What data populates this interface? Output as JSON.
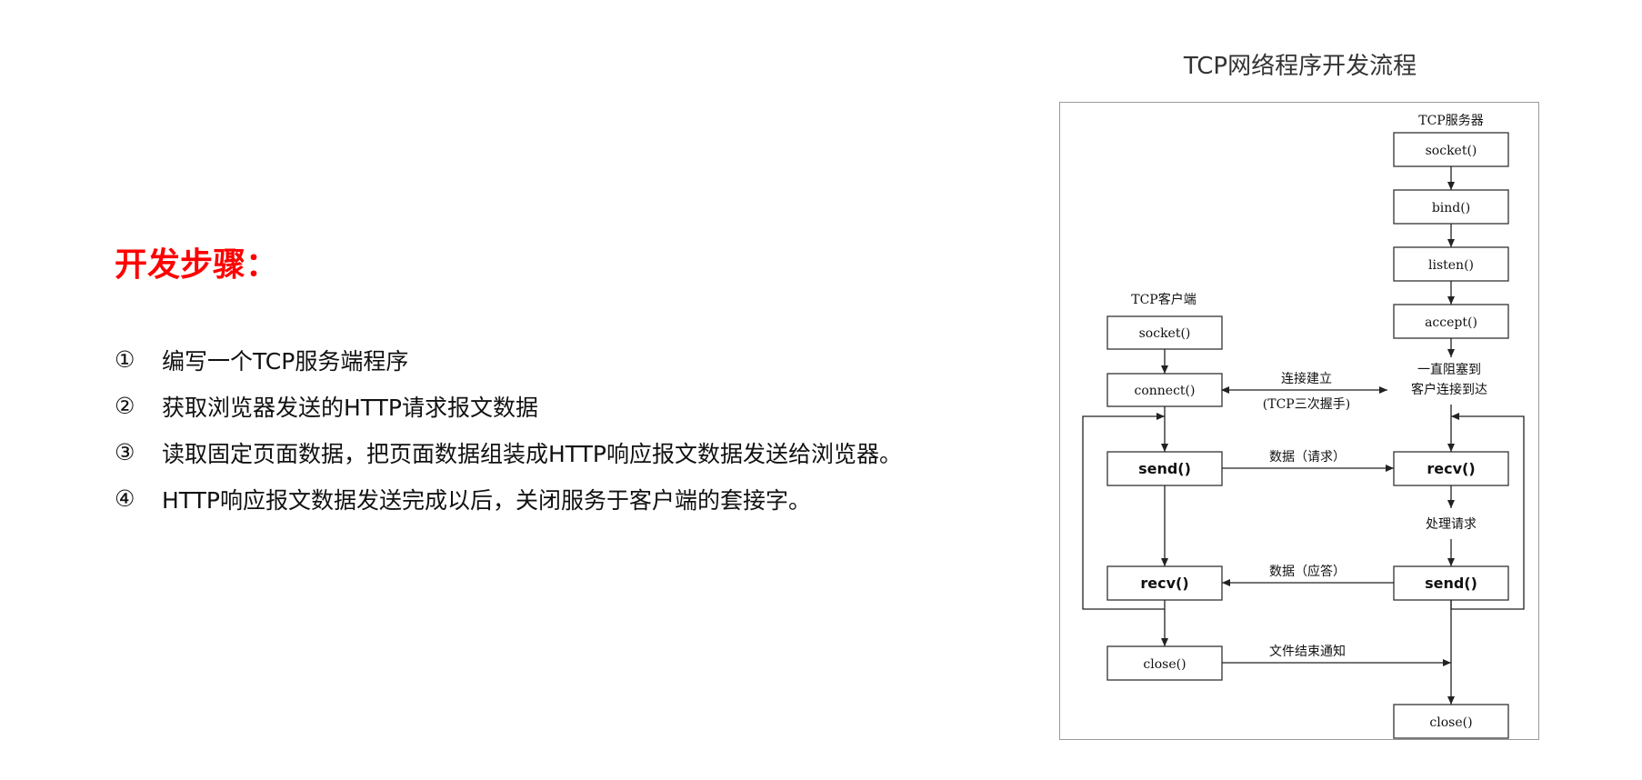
{
  "heading": "开发步骤：",
  "steps": [
    {
      "num": "①",
      "text": "编写一个TCP服务端程序"
    },
    {
      "num": "②",
      "text": "获取浏览器发送的HTTP请求报文数据"
    },
    {
      "num": "③",
      "text": "读取固定页面数据，把页面数据组装成HTTP响应报文数据发送给浏览器。"
    },
    {
      "num": "④",
      "text": "HTTP响应报文数据发送完成以后，关闭服务于客户端的套接字。"
    }
  ],
  "diagram": {
    "title": "TCP网络程序开发流程",
    "server_label": "TCP服务器",
    "client_label": "TCP客户端",
    "server": {
      "socket": "socket()",
      "bind": "bind()",
      "listen": "listen()",
      "accept": "accept()",
      "recv": "recv()",
      "send": "send()",
      "close": "close()"
    },
    "client": {
      "socket": "socket()",
      "connect": "connect()",
      "send": "send()",
      "recv": "recv()",
      "close": "close()"
    },
    "notes": {
      "block_line1": "一直阻塞到",
      "block_line2": "客户连接到达",
      "handle_request": "处理请求"
    },
    "arrows": {
      "connect_line1": "连接建立",
      "connect_line2": "(TCP三次握手)",
      "request": "数据（请求）",
      "response": "数据（应答）",
      "eof": "文件结束通知"
    }
  }
}
